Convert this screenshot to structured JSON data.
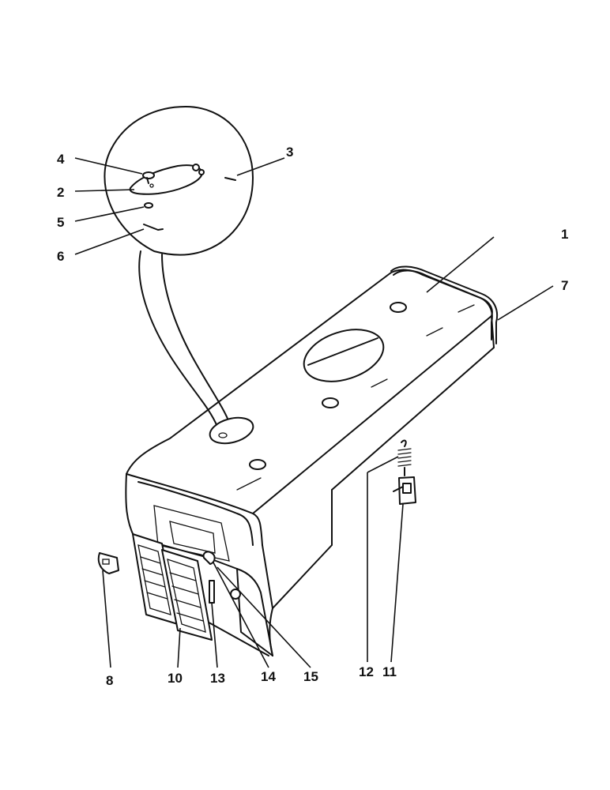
{
  "callouts": [
    {
      "id": "1",
      "text": "1"
    },
    {
      "id": "2",
      "text": "2"
    },
    {
      "id": "3",
      "text": "3"
    },
    {
      "id": "4",
      "text": "4"
    },
    {
      "id": "5",
      "text": "5"
    },
    {
      "id": "6",
      "text": "6"
    },
    {
      "id": "7",
      "text": "7"
    },
    {
      "id": "8",
      "text": "8"
    },
    {
      "id": "10",
      "text": "10"
    },
    {
      "id": "11",
      "text": "11"
    },
    {
      "id": "12",
      "text": "12"
    },
    {
      "id": "13",
      "text": "13"
    },
    {
      "id": "14",
      "text": "14"
    },
    {
      "id": "15",
      "text": "15"
    }
  ]
}
